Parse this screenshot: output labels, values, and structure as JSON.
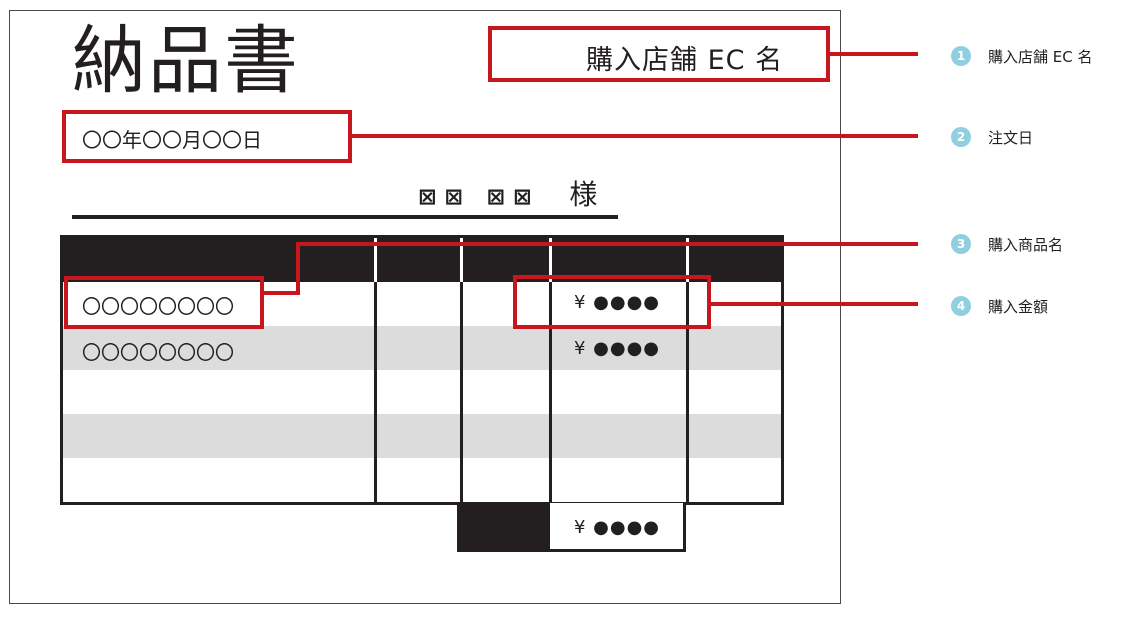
{
  "document": {
    "title": "納品書",
    "store_name": "購入店舗 EC 名",
    "order_date": "〇〇年〇〇月〇〇日",
    "addressee_mark": "⊠⊠ ⊠⊠",
    "honorific": "様",
    "rows": [
      {
        "item": "〇〇〇〇〇〇〇〇",
        "price": "¥ ●●●●"
      },
      {
        "item": "〇〇〇〇〇〇〇〇",
        "price": "¥ ●●●●"
      }
    ],
    "total": "¥ ●●●●"
  },
  "legend": [
    {
      "number": "1",
      "label": "購入店舗 EC 名"
    },
    {
      "number": "2",
      "label": "注文日"
    },
    {
      "number": "3",
      "label": "購入商品名"
    },
    {
      "number": "4",
      "label": "購入金額"
    }
  ],
  "colors": {
    "highlight": "#c7161d",
    "badge": "#8fcfe0",
    "ink": "#231f20",
    "stripe": "#dcdcdc"
  }
}
